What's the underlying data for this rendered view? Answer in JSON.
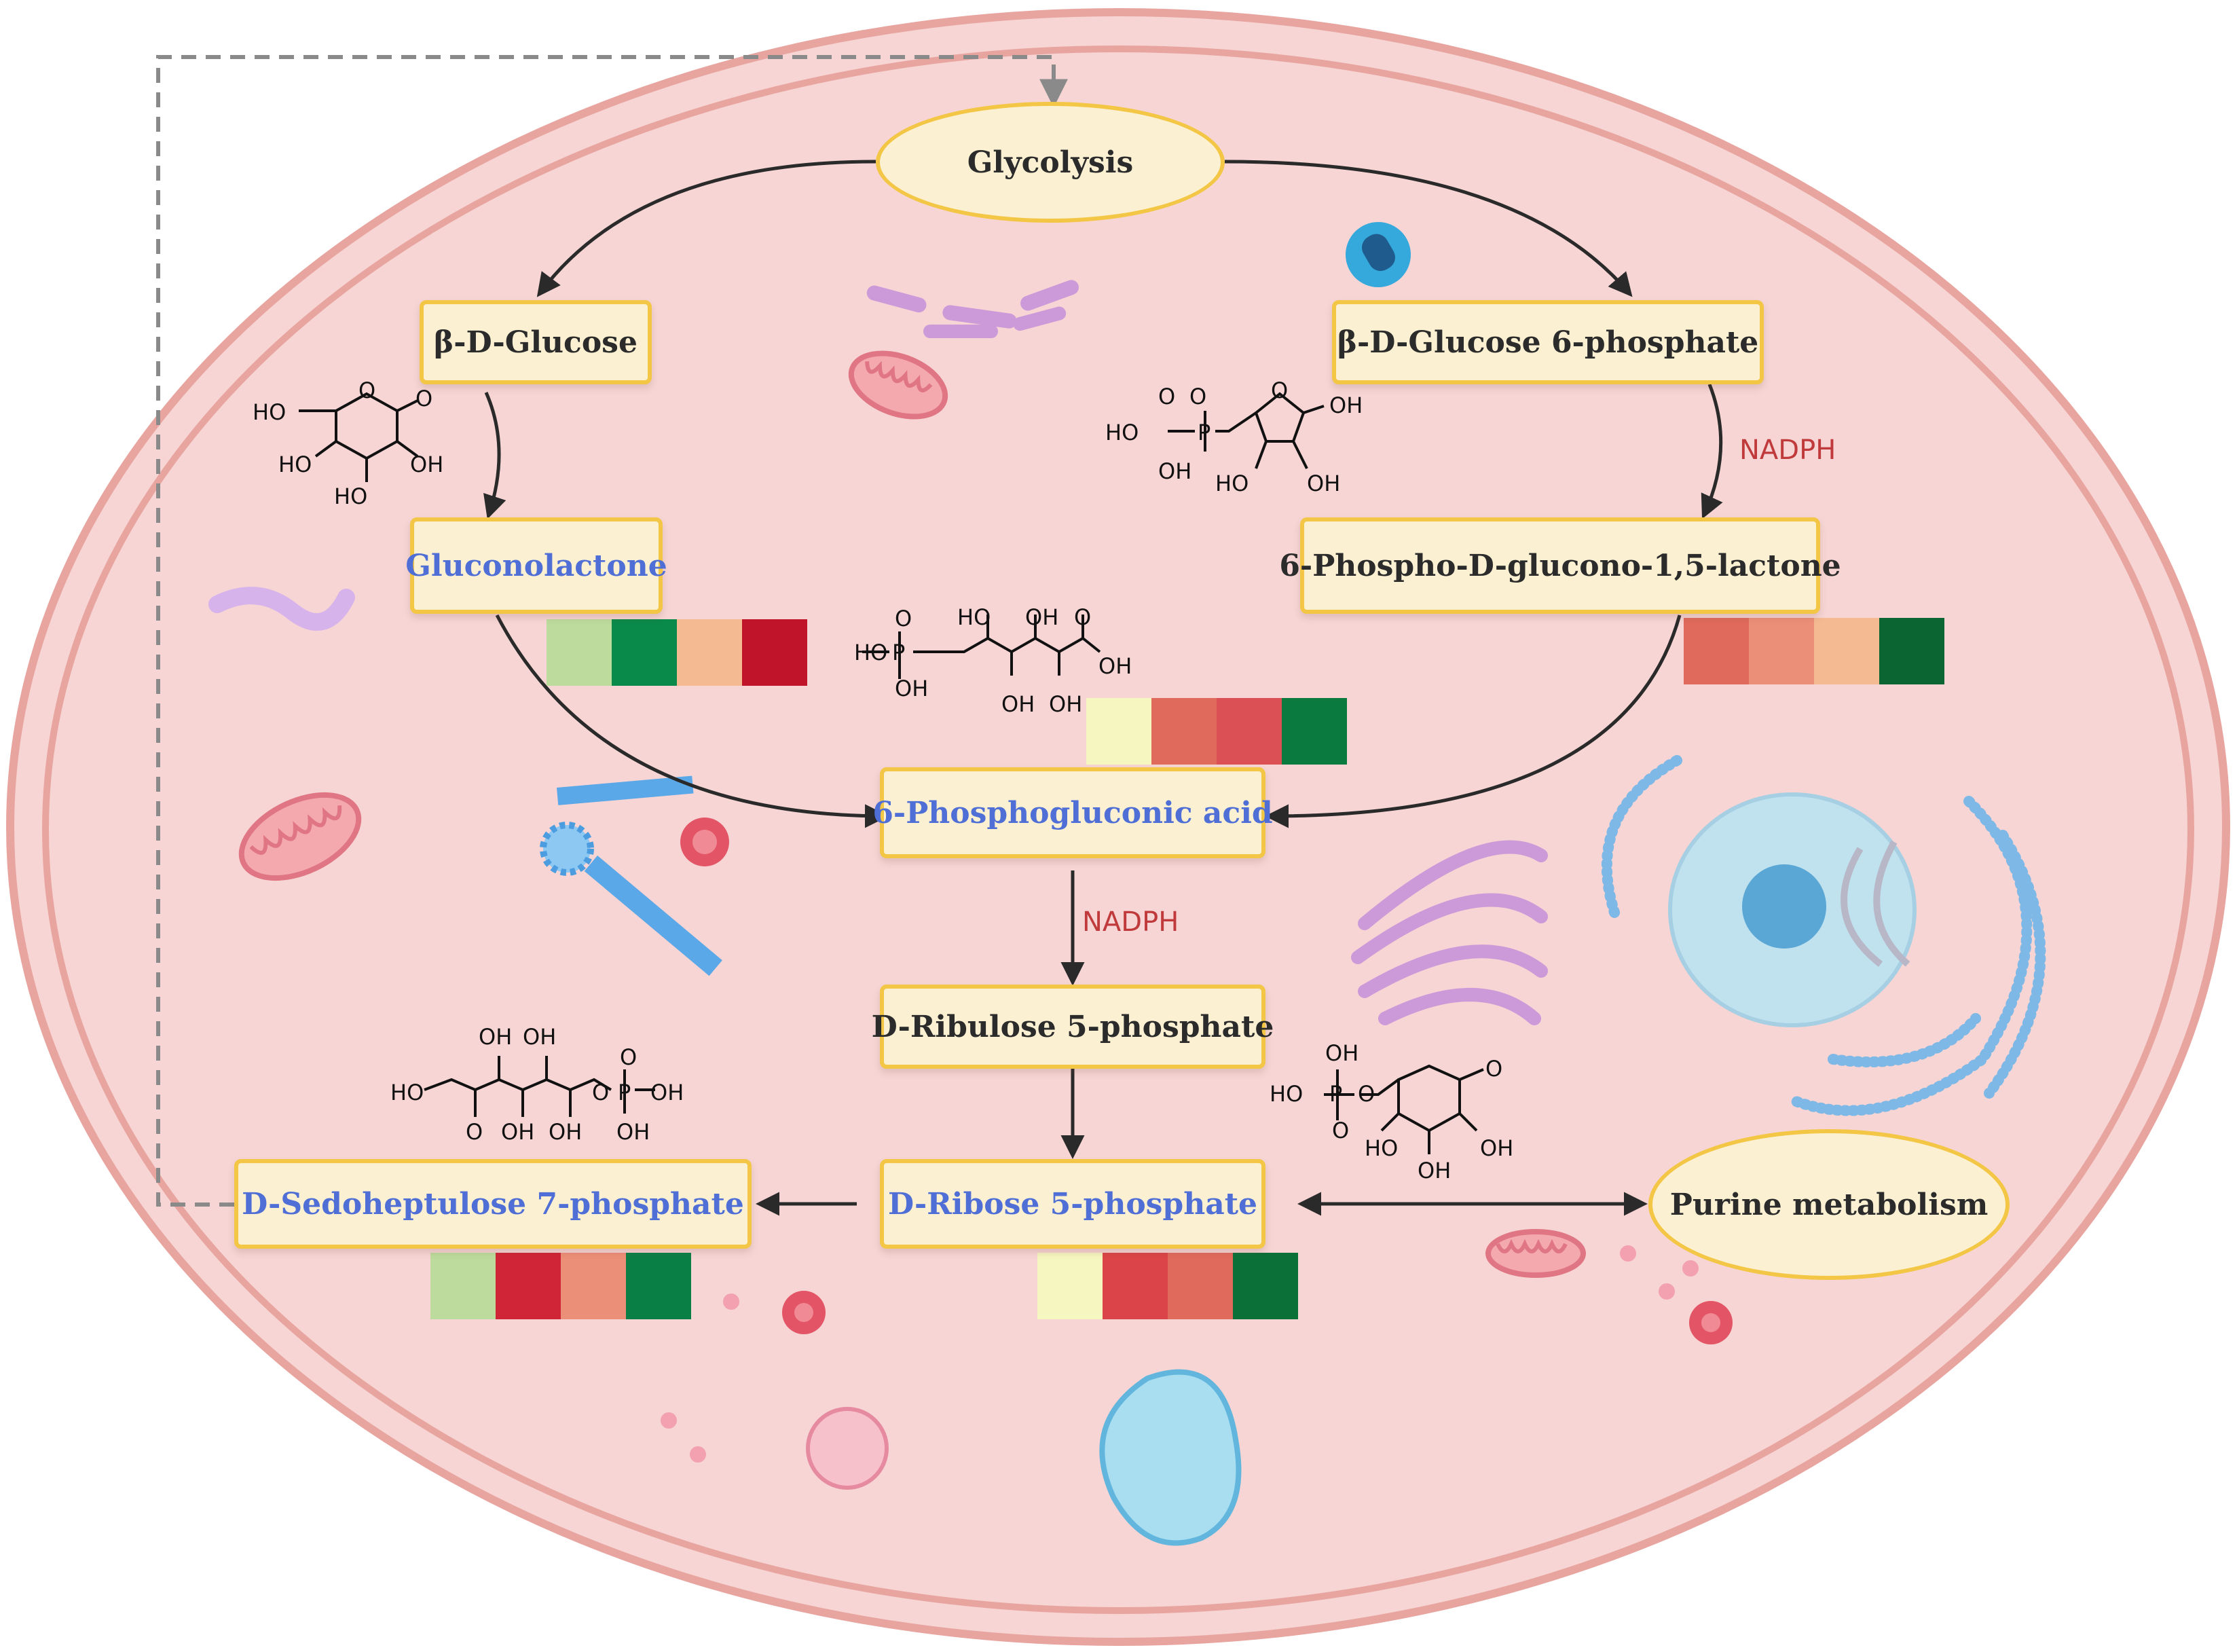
{
  "nodes": {
    "glycolysis": "Glycolysis",
    "bd_glucose": "β-D-Glucose",
    "bd_glucose_6p": "β-D-Glucose 6-phosphate",
    "gluconolactone": "Gluconolactone",
    "phospho_lactone": "6-Phospho-D-glucono-1,5-lactone",
    "phosphogluconic": "6-Phosphogluconic acid",
    "ribulose_5p": "D-Ribulose 5-phosphate",
    "ribose_5p": "D-Ribose 5-phosphate",
    "sedoheptulose_7p": "D-Sedoheptulose 7-phosphate",
    "purine": "Purine metabolism"
  },
  "cofactors": {
    "right_branch": "NADPH",
    "center": "NADPH"
  },
  "heatmaps": {
    "gluconolactone": [
      "#bcdb9c",
      "#0a8a4a",
      "#f4bb92",
      "#c0142a"
    ],
    "phospho_lactone": [
      "#e06a5c",
      "#ec8f78",
      "#f4bb92",
      "#0b6533"
    ],
    "phosphogluconic": [
      "#f5f6c0",
      "#e06a5c",
      "#db5055",
      "#0b7a3e"
    ],
    "sedoheptulose_7p": [
      "#bcdb9c",
      "#cf2536",
      "#ec8f78",
      "#0a7f45"
    ],
    "ribose_5p": [
      "#f5f6c0",
      "#db4448",
      "#e06a5c",
      "#0b7038"
    ]
  },
  "structures": {
    "glucose": {
      "a": "HO",
      "b": "HO",
      "c": "OH",
      "d": "HO",
      "e": "O",
      "f": "O"
    },
    "glucose6p": {
      "a": "HO",
      "b": "OH",
      "c": "O",
      "d": "P",
      "e": "O",
      "f": "OH",
      "g": "HO",
      "h": "OH",
      "i": "O"
    },
    "pgluconic": {
      "a": "HO",
      "b": "P",
      "c": "O",
      "d": "OH",
      "e": "HO",
      "f": "OH",
      "g": "OH",
      "h": "OH",
      "i": "O",
      "j": "OH"
    },
    "sedo": {
      "a": "HO",
      "b": "O",
      "c": "OH",
      "d": "OH",
      "e": "OH",
      "f": "OH",
      "g": "O",
      "h": "P",
      "i": "OH",
      "j": "OH",
      "k": "O"
    },
    "lactone6p": {
      "a": "OH",
      "b": "HO",
      "c": "P",
      "d": "O",
      "e": "O",
      "f": "HO",
      "g": "OH",
      "h": "OH",
      "i": "O"
    }
  },
  "colors": {
    "cell_fill": "#f6d5d4",
    "membrane": "#e8a5a0",
    "node_fill": "#fbf1d2",
    "node_border": "#f3c646",
    "blue_label": "#4f6fd6",
    "cofactor": "#c0393b"
  }
}
